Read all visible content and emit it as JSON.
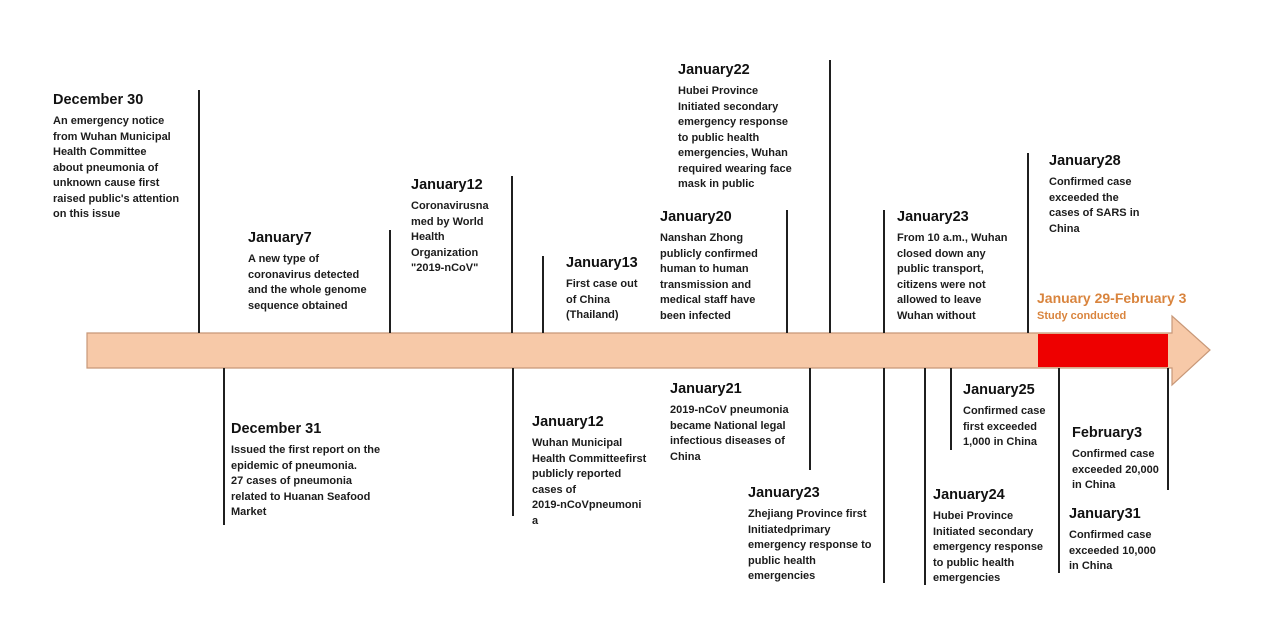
{
  "colors": {
    "arrow_fill": "#f7c9a8",
    "arrow_stroke": "#c89878",
    "study_fill": "#ee0000",
    "study_text": "#d9843d",
    "line": "#1f1f1f"
  },
  "study": {
    "range": "January 29-February 3",
    "note": "Study conducted"
  },
  "events_above": [
    {
      "date": "December 30",
      "desc": "An emergency notice\nfrom Wuhan Municipal\nHealth Committee\nabout pneumonia of\nunknown cause first\nraised public's attention\non this issue"
    },
    {
      "date": "January7",
      "desc": "A new type of\ncoronavirus detected\nand the whole genome\nsequence obtained"
    },
    {
      "date": "January12",
      "desc": "Coronavirusna\nmed by World\nHealth\nOrganization\n\"2019-nCoV\""
    },
    {
      "date": "January13",
      "desc": "First case out\nof China\n(Thailand)"
    },
    {
      "date": "January20",
      "desc": "Nanshan Zhong\npublicly confirmed\nhuman to human\ntransmission and\nmedical staff have\nbeen infected"
    },
    {
      "date": "January22",
      "desc": "Hubei Province\nInitiated secondary\nemergency response\nto public health\nemergencies, Wuhan\nrequired wearing face\nmask in public"
    },
    {
      "date": "January23",
      "desc": "From 10 a.m., Wuhan\nclosed down any\npublic transport,\ncitizens were not\nallowed to leave\nWuhan without"
    },
    {
      "date": "January28",
      "desc": "Confirmed case\nexceeded the\ncases of SARS in\nChina"
    }
  ],
  "events_below": [
    {
      "date": "December 31",
      "desc": "Issued the first report on the\nepidemic of pneumonia.\n27 cases of pneumonia\nrelated to Huanan Seafood\nMarket"
    },
    {
      "date": "January12",
      "desc": "Wuhan Municipal\nHealth Committeefirst\npublicly reported\ncases of\n2019-nCoVpneumoni\na"
    },
    {
      "date": "January21",
      "desc": "2019-nCoV pneumonia\nbecame National legal\ninfectious diseases of\nChina"
    },
    {
      "date": "January23",
      "desc": "Zhejiang Province first\nInitiatedprimary\nemergency response to\npublic health\nemergencies"
    },
    {
      "date": "January24",
      "desc": "Hubei Province\nInitiated secondary\nemergency response\nto public health\nemergencies"
    },
    {
      "date": "January25",
      "desc": "Confirmed case\nfirst exceeded\n1,000 in China"
    },
    {
      "date": "January31",
      "desc": "Confirmed case\nexceeded 10,000\nin China"
    },
    {
      "date": "February3",
      "desc": "Confirmed case\nexceeded 20,000\nin China"
    }
  ]
}
